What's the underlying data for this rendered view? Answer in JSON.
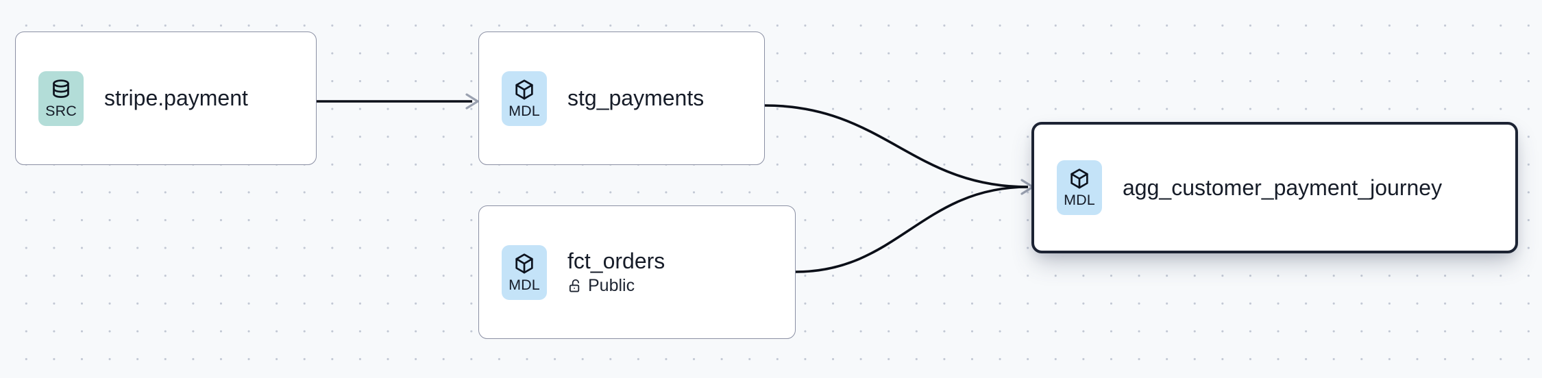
{
  "graph": {
    "background_color": "#f7f9fb",
    "dot_color": "#c2c8d4",
    "edge_color": "#0b0f18",
    "arrowhead_color": "#9aa1b0",
    "selected_border_color": "#1c2333",
    "node_border_color": "#8a8fa3"
  },
  "badges": {
    "source": {
      "label": "SRC",
      "icon": "database-icon",
      "color": "#b3ddd8"
    },
    "model": {
      "label": "MDL",
      "icon": "cube-icon",
      "color": "#c4e3f8"
    }
  },
  "nodes": [
    {
      "id": "stripe-payment",
      "title": "stripe.payment",
      "badge_label": "SRC",
      "badge_icon": "database-icon",
      "badge_type": "src",
      "selected": false,
      "meta": null,
      "meta_icon": null
    },
    {
      "id": "stg-payments",
      "title": "stg_payments",
      "badge_label": "MDL",
      "badge_icon": "cube-icon",
      "badge_type": "mdl",
      "selected": false,
      "meta": null,
      "meta_icon": null
    },
    {
      "id": "fct-orders",
      "title": "fct_orders",
      "badge_label": "MDL",
      "badge_icon": "cube-icon",
      "badge_type": "mdl",
      "selected": false,
      "meta": "Public",
      "meta_icon": "unlock-icon"
    },
    {
      "id": "agg-customer-payment-journey",
      "title": "agg_customer_payment_journey",
      "badge_label": "MDL",
      "badge_icon": "cube-icon",
      "badge_type": "mdl",
      "selected": true,
      "meta": null,
      "meta_icon": null
    }
  ],
  "edges": [
    {
      "id": "edge-stripe-to-stg",
      "from": "stripe-payment",
      "to": "stg-payments",
      "shape": "straight"
    },
    {
      "id": "edge-stg-to-agg",
      "from": "stg-payments",
      "to": "agg-customer-payment-journey",
      "shape": "bezier"
    },
    {
      "id": "edge-fct-to-agg",
      "from": "fct-orders",
      "to": "agg-customer-payment-journey",
      "shape": "bezier"
    }
  ]
}
